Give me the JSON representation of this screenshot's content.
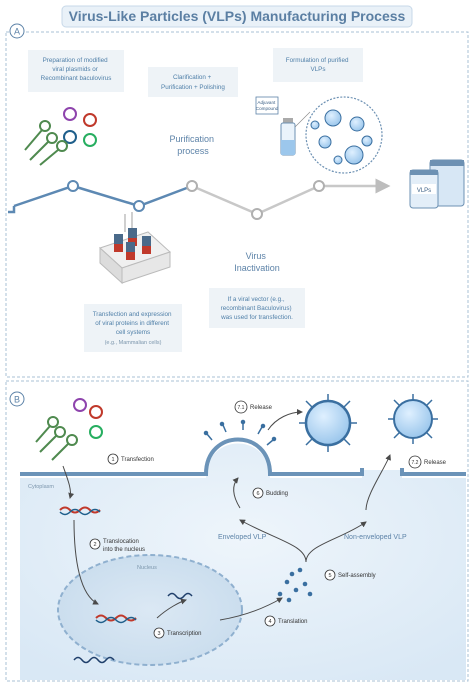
{
  "title": "Virus-Like Particles (VLPs) Manufacturing Process",
  "panel_a": {
    "letter": "A",
    "box_plasmids": [
      "Preparation of modified",
      "viral plasmids or",
      "Recombinant baculovirus"
    ],
    "box_clarification": [
      "Clarification +",
      "Purification + Polishing"
    ],
    "box_formulation": [
      "Formulation of purified",
      "VLPs"
    ],
    "purification_process": [
      "Purification",
      "process"
    ],
    "adjuvant": [
      "Adjuvant",
      "Compound"
    ],
    "virus_inactivation": [
      "Virus",
      "Inactivation"
    ],
    "box_transfection": [
      "Transfection and expression",
      "of viral proteins in different",
      "cell systems"
    ],
    "box_transfection_note": "(e.g., Mammalian cells)",
    "box_viral_vector": [
      "If a viral vector (e.g.,",
      "recombinant Baculovirus)",
      "was used for transfection."
    ],
    "vial_label": "VLPs"
  },
  "panel_b": {
    "letter": "B",
    "cytoplasm": "Cytoplasm",
    "nucleus": "Nucleus",
    "enveloped": "Enveloped VLP",
    "non_enveloped": "Non-enveloped VLP",
    "steps": [
      {
        "num": "1",
        "label": "Transfection"
      },
      {
        "num": "2",
        "label": "Translocation",
        "label2": "into the nucleus"
      },
      {
        "num": "3",
        "label": "Transcription"
      },
      {
        "num": "4",
        "label": "Translation"
      },
      {
        "num": "5",
        "label": "Self-assembly"
      },
      {
        "num": "6",
        "label": "Budding"
      },
      {
        "num": "7.1",
        "label": "Release"
      },
      {
        "num": "7.2",
        "label": "Release"
      }
    ]
  }
}
